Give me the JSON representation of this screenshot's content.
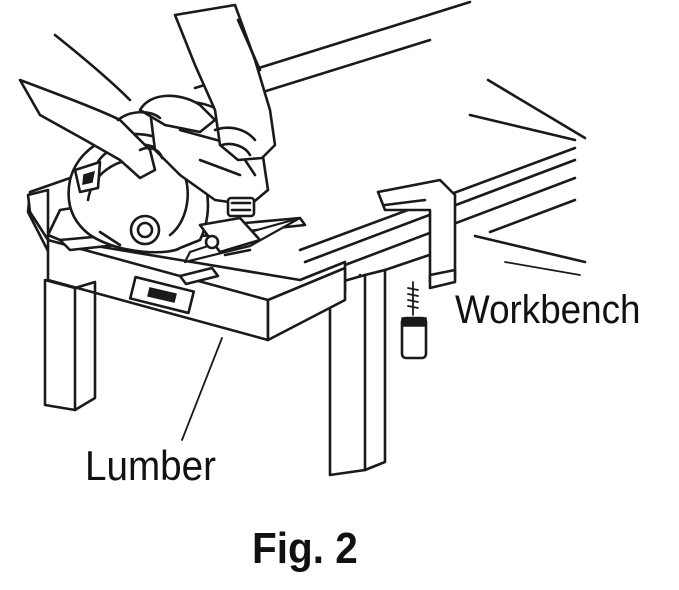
{
  "labels": {
    "workbench": "Workbench",
    "lumber": "Lumber"
  },
  "caption": "Fig. 2"
}
